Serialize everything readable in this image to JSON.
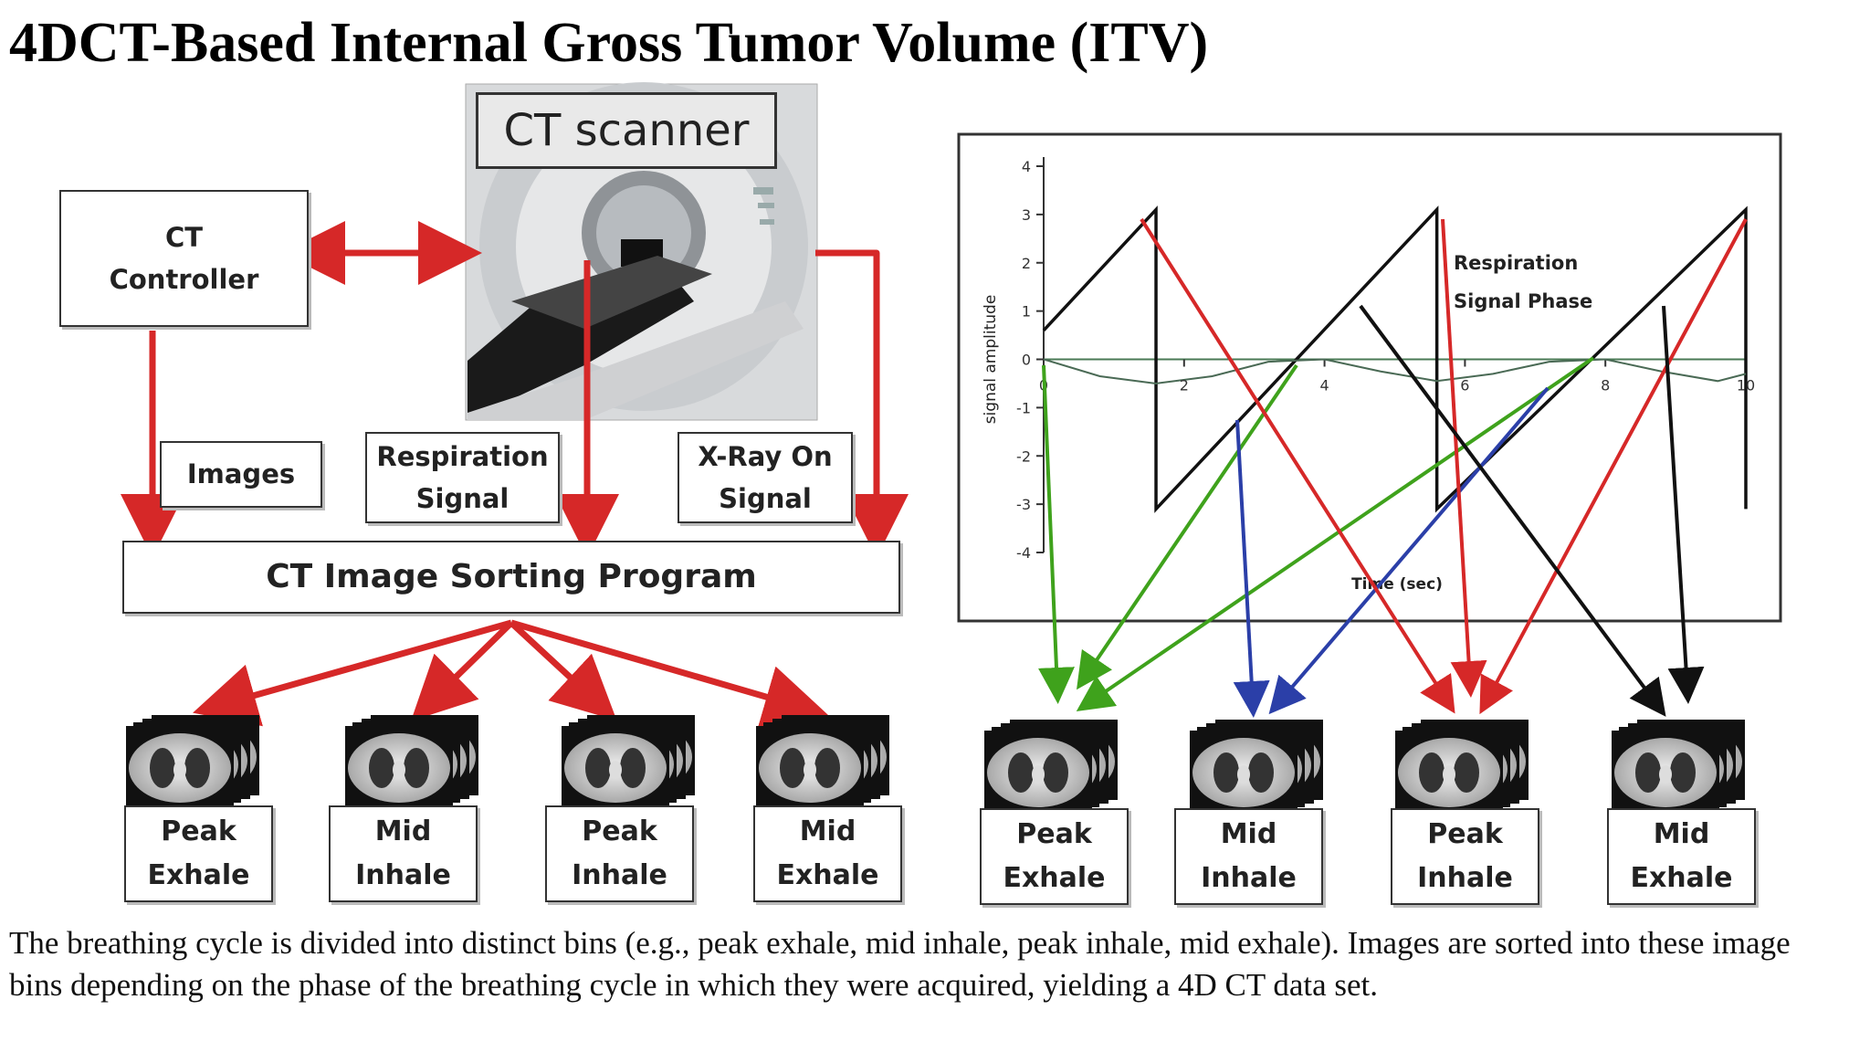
{
  "title": "4DCT-Based Internal Gross Tumor Volume (ITV)",
  "left": {
    "scanner_label": "CT scanner",
    "controller": [
      "CT",
      "Controller"
    ],
    "images": "Images",
    "respiration_signal": [
      "Respiration",
      "Signal"
    ],
    "xray_signal": [
      "X-Ray On",
      "Signal"
    ],
    "sorting_program": "CT Image Sorting Program",
    "bins": [
      [
        "Peak",
        "Exhale"
      ],
      [
        "Mid",
        "Inhale"
      ],
      [
        "Peak",
        "Inhale"
      ],
      [
        "Mid",
        "Exhale"
      ]
    ]
  },
  "right": {
    "bins": [
      [
        "Peak",
        "Exhale"
      ],
      [
        "Mid",
        "Inhale"
      ],
      [
        "Peak",
        "Inhale"
      ],
      [
        "Mid",
        "Exhale"
      ]
    ]
  },
  "chart_data": {
    "type": "line",
    "xlabel": "Time (sec)",
    "ylabel": "signal amplitude",
    "annotation": [
      "Respiration",
      "Signal Phase"
    ],
    "xlim": [
      0,
      10
    ],
    "ylim": [
      -4,
      4
    ],
    "xticks": [
      "0",
      "2",
      "4",
      "6",
      "8",
      "10"
    ],
    "yticks": [
      "4",
      "3",
      "2",
      "1",
      "0",
      "-1",
      "-2",
      "-3",
      "-4"
    ],
    "series": [
      {
        "x": [
          0,
          1.6,
          1.6,
          5.6,
          5.6,
          10,
          10
        ],
        "y": [
          0.6,
          3.1,
          -3.1,
          3.1,
          -3.1,
          3.1,
          -3.1
        ]
      },
      {
        "x": [
          0,
          0.8,
          1.6,
          2.4,
          3.2,
          4,
          4.8,
          5.6,
          6.4,
          7.2,
          8,
          8.8,
          9.6,
          10
        ],
        "y": [
          0,
          -0.35,
          -0.5,
          -0.35,
          -0.05,
          0,
          -0.25,
          -0.45,
          -0.3,
          -0.05,
          0,
          -0.25,
          -0.45,
          -0.3
        ]
      }
    ]
  },
  "caption": "The breathing cycle is divided into distinct bins (e.g., peak exhale, mid inhale, peak inhale, mid exhale). Images are sorted into these image bins depending on the phase of the breathing cycle in which they were acquired, yielding a 4D CT data set.",
  "colors": {
    "red": "#d62828",
    "green": "#3fa21c",
    "blue": "#2b3fa8",
    "black": "#111111"
  }
}
